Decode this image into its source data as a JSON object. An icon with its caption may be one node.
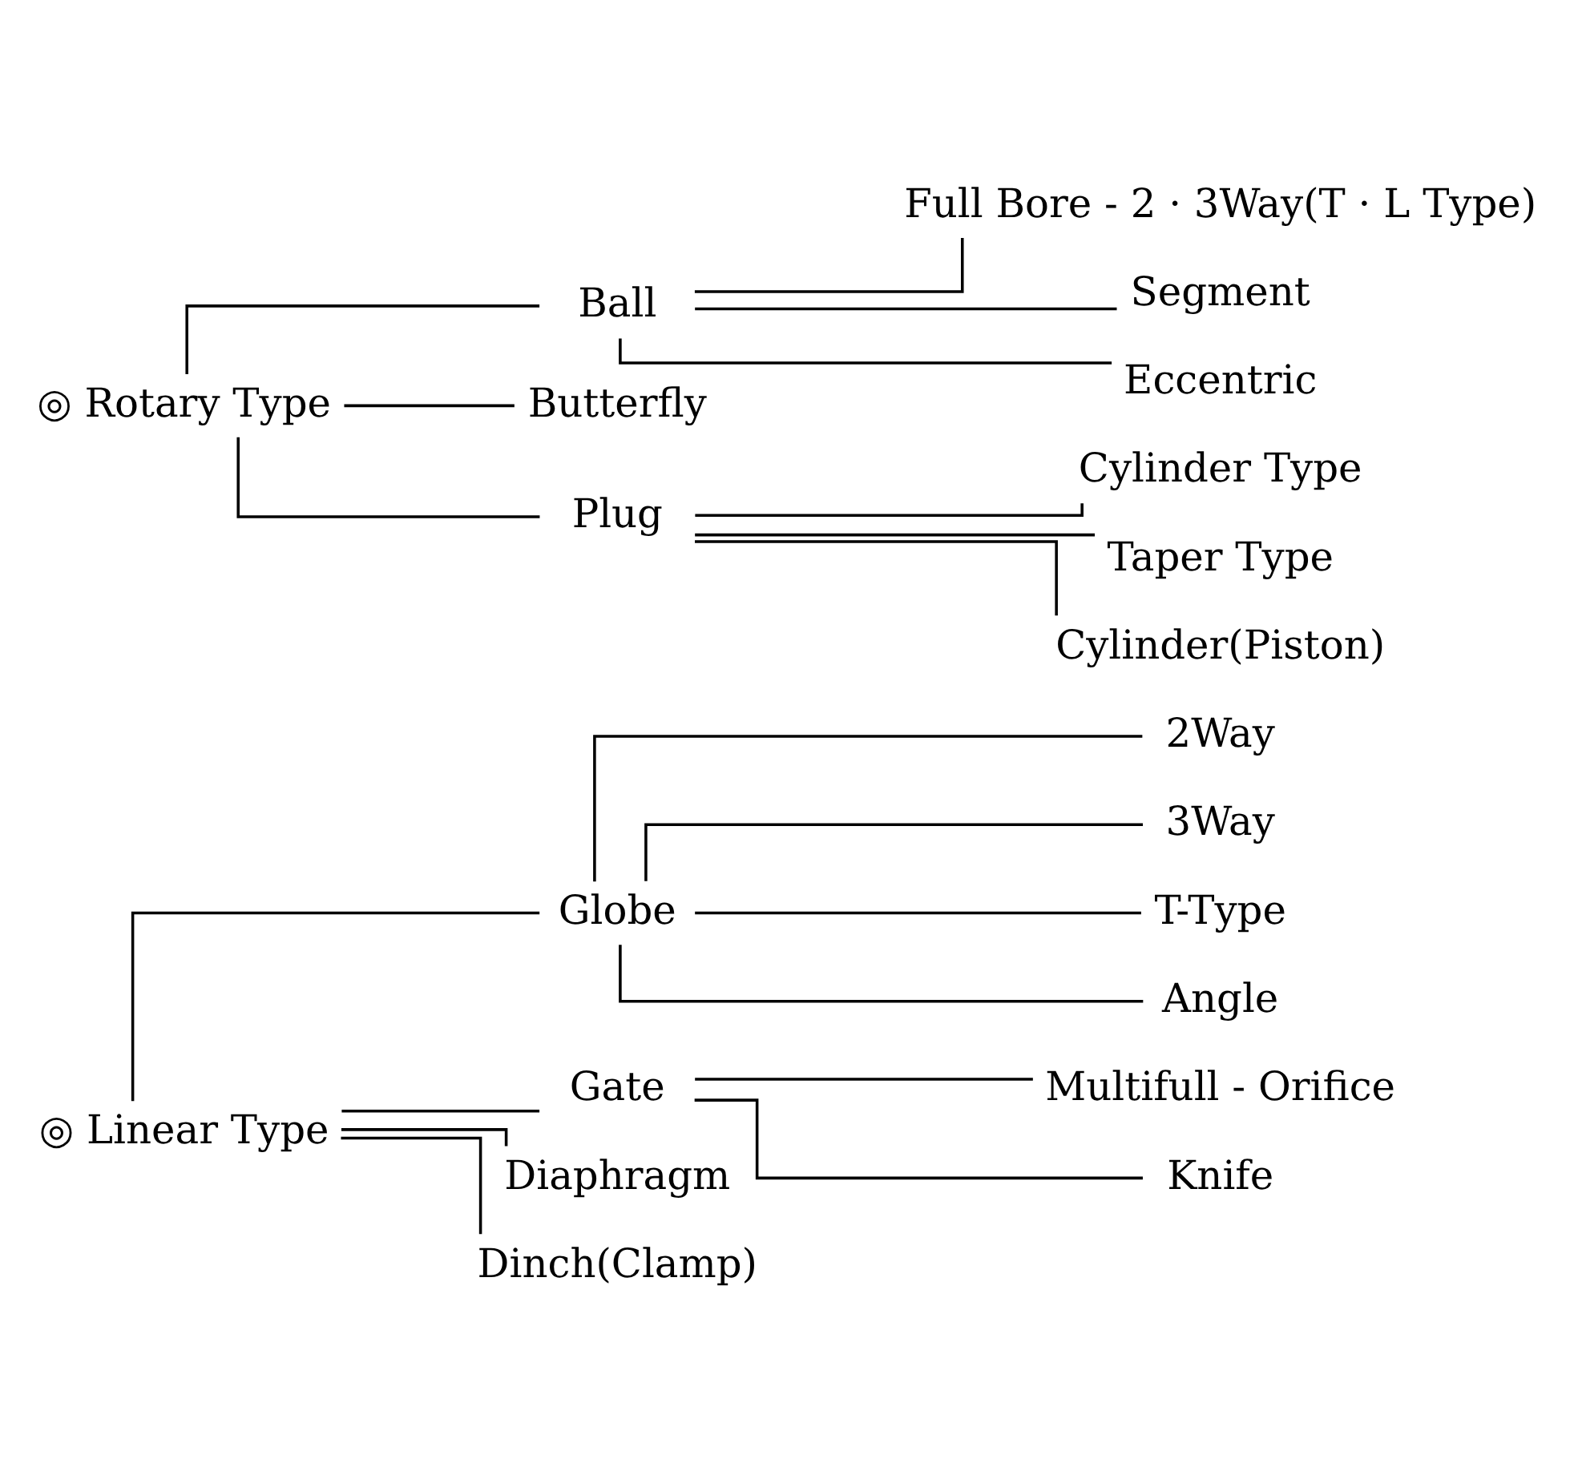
{
  "diagram": {
    "nodes": [
      {
        "text": [
          "◎ Linear Type"
        ]
      },
      {
        "text": [
          "Globe"
        ]
      },
      {
        "text": [
          "2Way"
        ]
      },
      {
        "text": [
          "3Way"
        ]
      },
      {
        "text": [
          "T-Type"
        ]
      },
      {
        "text": [
          "Angle"
        ]
      },
      {
        "text": [
          "Gate"
        ]
      },
      {
        "text": [
          "Multifull - Orifice"
        ]
      },
      {
        "text": [
          "Knife"
        ]
      },
      {
        "text": [
          "Diaphragm"
        ]
      },
      {
        "text": [
          "Dinch(Clamp)"
        ]
      },
      {
        "text": [
          "◎ Rotary Type"
        ]
      },
      {
        "text": [
          "Ball"
        ]
      },
      {
        "text": [
          "Full Bore - 2 · 3Way(T · L Type)"
        ]
      },
      {
        "text": [
          "Segment"
        ]
      },
      {
        "text": [
          "Eccentric"
        ]
      },
      {
        "text": [
          "Butterfly"
        ]
      },
      {
        "text": [
          "Plug"
        ]
      },
      {
        "text": [
          "Cylinder Type"
        ]
      },
      {
        "text": [
          "Taper Type"
        ]
      },
      {
        "text": [
          "Cylinder(Piston)"
        ]
      }
    ],
    "edges": [
      {
        "from": 0,
        "to": 1,
        "arrow": "none"
      },
      {
        "from": 1,
        "to": 2,
        "arrow": "none"
      },
      {
        "from": 1,
        "to": 3,
        "arrow": "none"
      },
      {
        "from": 1,
        "to": 4,
        "arrow": "none"
      },
      {
        "from": 1,
        "to": 5,
        "arrow": "none"
      },
      {
        "from": 0,
        "to": 6,
        "arrow": "none"
      },
      {
        "from": 6,
        "to": 7,
        "arrow": "none"
      },
      {
        "from": 6,
        "to": 8,
        "arrow": "none"
      },
      {
        "from": 0,
        "to": 9,
        "arrow": "none"
      },
      {
        "from": 0,
        "to": 10,
        "arrow": "none"
      },
      {
        "from": 11,
        "to": 12,
        "arrow": "none"
      },
      {
        "from": 12,
        "to": 13,
        "arrow": "none"
      },
      {
        "from": 12,
        "to": 14,
        "arrow": "none"
      },
      {
        "from": 12,
        "to": 15,
        "arrow": "none"
      },
      {
        "from": 11,
        "to": 16,
        "arrow": "none"
      },
      {
        "from": 11,
        "to": 17,
        "arrow": "none"
      },
      {
        "from": 17,
        "to": 18,
        "arrow": "none"
      },
      {
        "from": 17,
        "to": 19,
        "arrow": "none"
      },
      {
        "from": 17,
        "to": 20,
        "arrow": "none"
      }
    ]
  }
}
